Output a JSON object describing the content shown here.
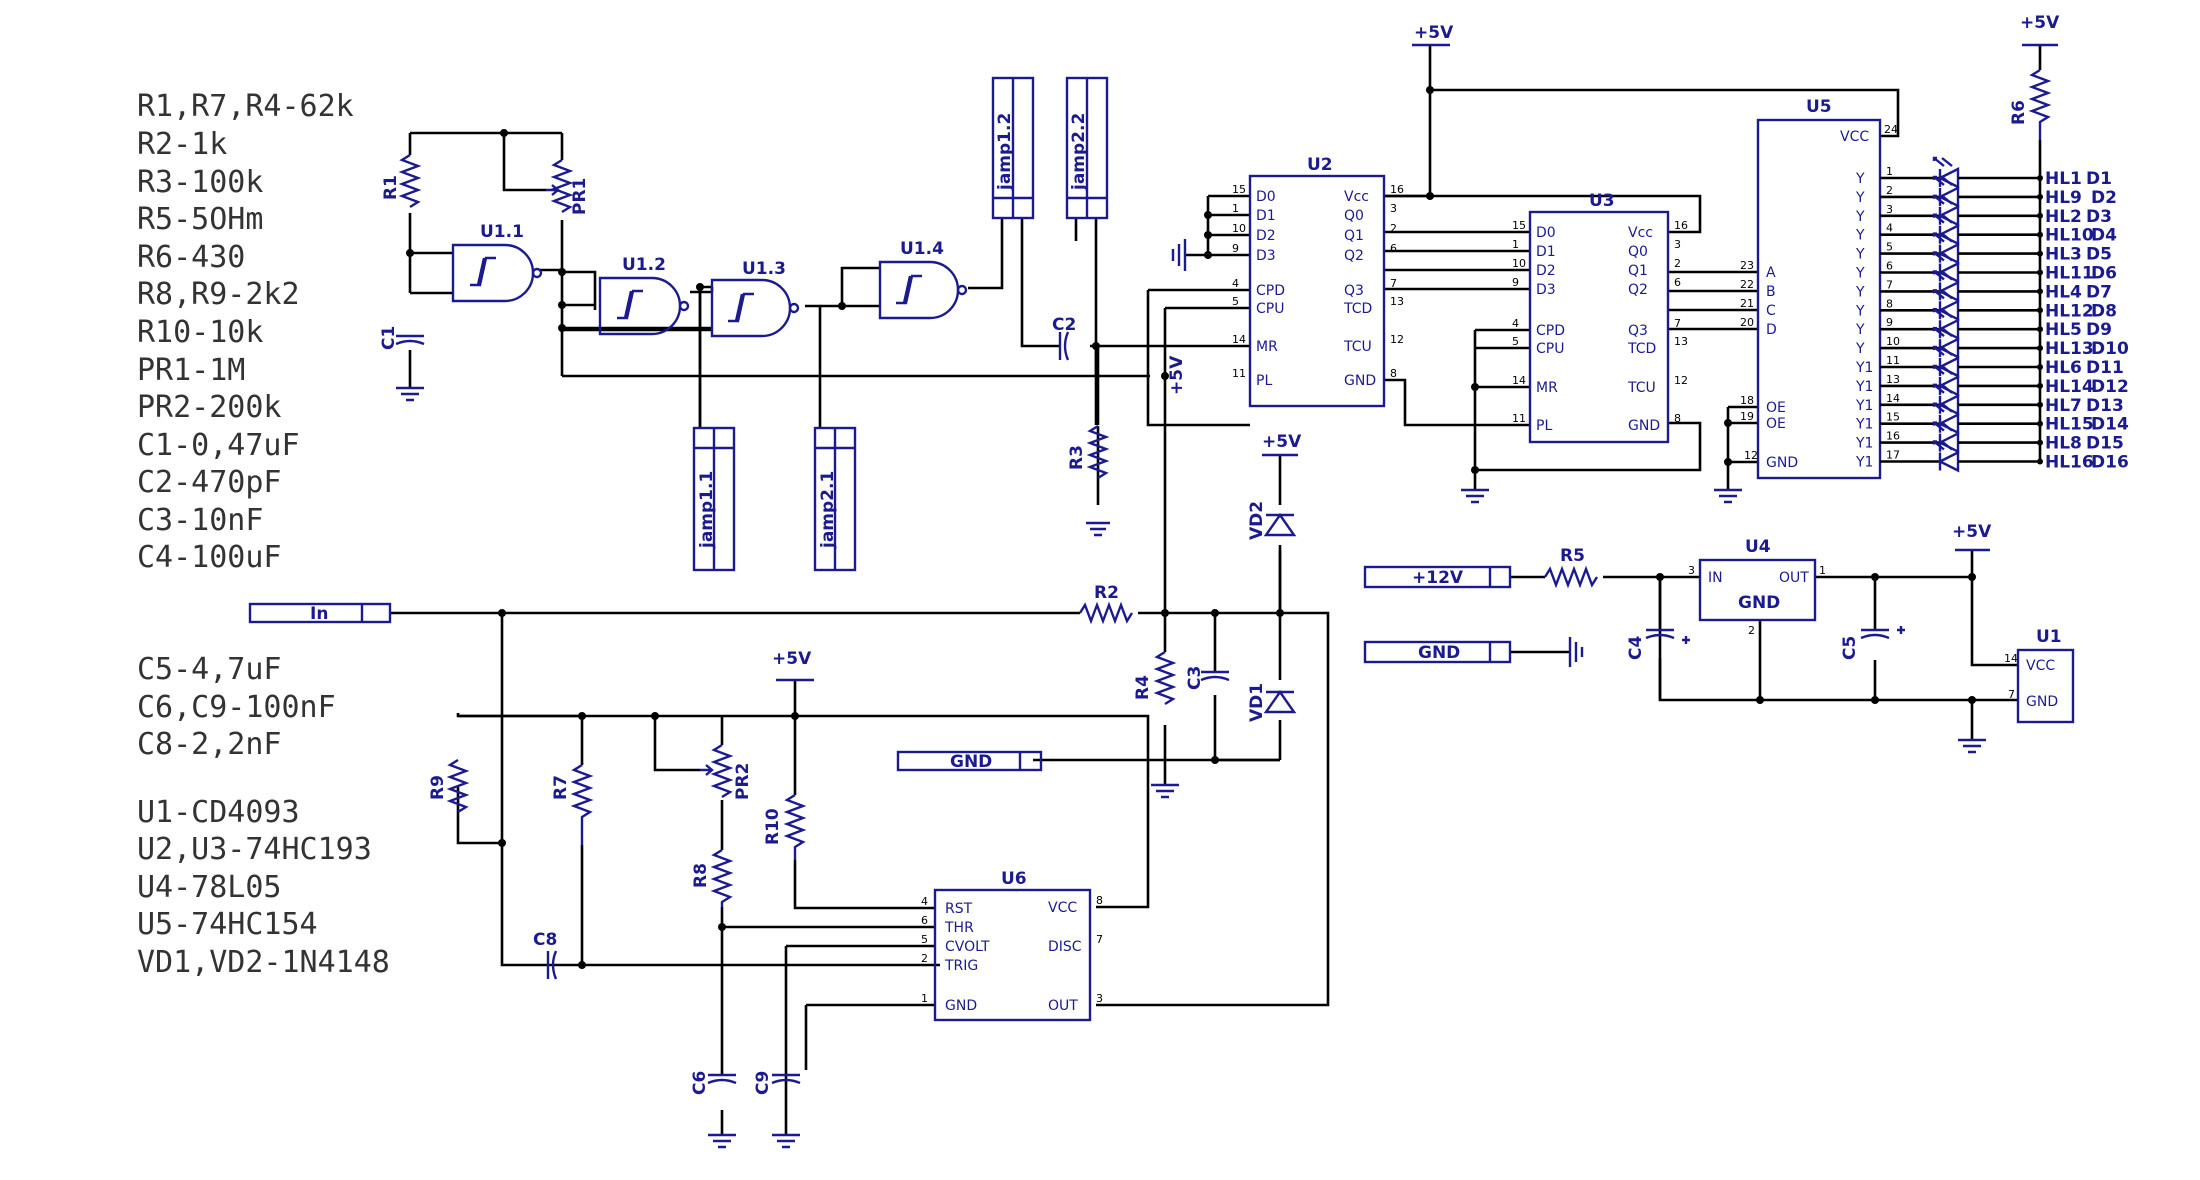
{
  "bom": [
    "R1,R7,R4-62k",
    "R2-1k",
    "R3-100k",
    "R5-5OHm",
    "R6-430",
    "R8,R9-2k2",
    "R10-10k",
    "PR1-1M",
    "PR2-200k",
    "C1-0,47uF",
    "C2-470pF",
    "C3-10nF",
    "C4-100uF",
    "C5-4,7uF",
    "C6,C9-100nF",
    "C8-2,2nF",
    "U1-CD4093",
    "U2,U3-74HC193",
    "U4-78L05",
    "U5-74HC154",
    "VD1,VD2-1N4148"
  ],
  "gates": [
    "U1.1",
    "U1.2",
    "U1.3",
    "U1.4"
  ],
  "jumpers": [
    "jamp1.1",
    "jamp1.2",
    "jamp2.1",
    "jamp2.2"
  ],
  "connectors": {
    "in": "In",
    "v12": "+12V",
    "gnd1": "GND",
    "gnd2": "GND"
  },
  "power": {
    "vplus5": "+5V"
  },
  "resistors": [
    "R1",
    "R2",
    "R3",
    "R4",
    "R5",
    "R6",
    "R7",
    "R8",
    "R9",
    "R10",
    "PR1",
    "PR2"
  ],
  "capacitors": [
    "C1",
    "C2",
    "C3",
    "C4",
    "C5",
    "C6",
    "C8",
    "C9"
  ],
  "diodes": [
    "VD1",
    "VD2"
  ],
  "u2": {
    "name": "U2",
    "left": [
      [
        "15",
        "D0"
      ],
      [
        "1",
        "D1"
      ],
      [
        "10",
        "D2"
      ],
      [
        "9",
        "D3"
      ],
      [
        "4",
        "CPD"
      ],
      [
        "5",
        "CPU"
      ],
      [
        "14",
        "MR"
      ],
      [
        "11",
        "PL"
      ]
    ],
    "right": [
      [
        "16",
        "Vcc"
      ],
      [
        "3",
        "Q0"
      ],
      [
        "2",
        "Q1"
      ],
      [
        "6",
        "Q2"
      ],
      [
        "7",
        "Q3"
      ],
      [
        "13",
        "TCD"
      ],
      [
        "12",
        "TCU"
      ],
      [
        "8",
        "GND"
      ]
    ]
  },
  "u3": {
    "name": "U3",
    "left": [
      [
        "15",
        "D0"
      ],
      [
        "1",
        "D1"
      ],
      [
        "10",
        "D2"
      ],
      [
        "9",
        "D3"
      ],
      [
        "4",
        "CPD"
      ],
      [
        "5",
        "CPU"
      ],
      [
        "14",
        "MR"
      ],
      [
        "11",
        "PL"
      ]
    ],
    "right": [
      [
        "16",
        "Vcc"
      ],
      [
        "3",
        "Q0"
      ],
      [
        "2",
        "Q1"
      ],
      [
        "6",
        "Q2"
      ],
      [
        "7",
        "Q3"
      ],
      [
        "13",
        "TCD"
      ],
      [
        "12",
        "TCU"
      ],
      [
        "8",
        "GND"
      ]
    ]
  },
  "u4": {
    "name": "U4",
    "in": "IN",
    "out": "OUT",
    "gnd": "GND",
    "pins": [
      "3",
      "1",
      "2"
    ]
  },
  "u1": {
    "name": "U1",
    "vcc": "VCC",
    "gnd": "GND",
    "pins": [
      "14",
      "7"
    ]
  },
  "u5": {
    "name": "U5",
    "vcc": "VCC",
    "gnd": "GND",
    "abcd": [
      "A",
      "B",
      "C",
      "D"
    ],
    "abcd_pins": [
      "23",
      "22",
      "21",
      "20"
    ],
    "oe": [
      "OE",
      "OE"
    ],
    "oe_pins": [
      "18",
      "19"
    ],
    "vcc_pin": "24",
    "gnd_pin": "12",
    "outputs": [
      "Y",
      "Y",
      "Y",
      "Y",
      "Y",
      "Y",
      "Y",
      "Y",
      "Y",
      "Y",
      "Y1",
      "Y1",
      "Y1",
      "Y1",
      "Y1",
      "Y1"
    ],
    "out_pins": [
      "1",
      "2",
      "3",
      "4",
      "5",
      "6",
      "7",
      "8",
      "9",
      "10",
      "11",
      "13",
      "14",
      "15",
      "16",
      "17"
    ]
  },
  "u6": {
    "name": "U6",
    "left": [
      [
        "4",
        "RST"
      ],
      [
        "6",
        "THR"
      ],
      [
        "5",
        "CVOLT"
      ],
      [
        "2",
        "TRIG"
      ],
      [
        "1",
        "GND"
      ]
    ],
    "right": [
      [
        "8",
        "VCC"
      ],
      [
        "7",
        "DISC"
      ],
      [
        "3",
        "OUT"
      ]
    ]
  },
  "leds": [
    [
      "HL1",
      "D1"
    ],
    [
      "HL9",
      "D2"
    ],
    [
      "HL2",
      "D3"
    ],
    [
      "HL10",
      "D4"
    ],
    [
      "HL3",
      "D5"
    ],
    [
      "HL11",
      "D6"
    ],
    [
      "HL4",
      "D7"
    ],
    [
      "HL12",
      "D8"
    ],
    [
      "HL5",
      "D9"
    ],
    [
      "HL13",
      "D10"
    ],
    [
      "HL6",
      "D11"
    ],
    [
      "HL14",
      "D12"
    ],
    [
      "HL7",
      "D13"
    ],
    [
      "HL15",
      "D14"
    ],
    [
      "HL8",
      "D15"
    ],
    [
      "HL16",
      "D16"
    ]
  ]
}
